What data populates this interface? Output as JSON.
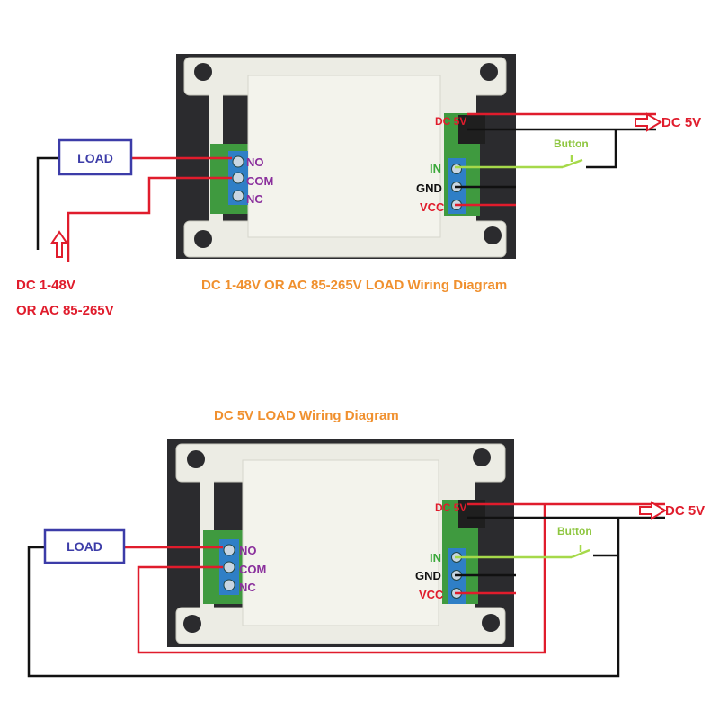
{
  "colors": {
    "red_wire": "#e01c2c",
    "black_wire": "#111111",
    "green_wire": "#a6d94a",
    "load_box": "#3c3ca8",
    "title_orange": "#f0902e",
    "in_label": "#3aa83a",
    "gnd_label": "#111111",
    "vcc_label": "#e01c2c",
    "terminal_purple": "#8a2f9c",
    "button_green": "#8ec63f",
    "terminal_blue": "#2f7fc6",
    "pcb_green": "#3f9a3f",
    "case_white": "#ecece4",
    "dark_bg": "#2b2b2e"
  },
  "diagram1": {
    "title": "DC 1-48V OR AC 85-265V LOAD Wiring Diagram",
    "load_label": "LOAD",
    "supply_line1": "DC 1-48V",
    "supply_line2": "OR AC 85-265V",
    "terminal_no": "NO",
    "terminal_com": "COM",
    "terminal_nc": "NC",
    "label_dc": "DC 5V",
    "label_in": "IN",
    "label_gnd": "GND",
    "label_vcc": "VCC",
    "button_label": "Button",
    "dc5v_label": "DC 5V"
  },
  "diagram2": {
    "title": "DC 5V LOAD Wiring Diagram",
    "load_label": "LOAD",
    "terminal_no": "NO",
    "terminal_com": "COM",
    "terminal_nc": "NC",
    "label_dc": "DC 5V",
    "label_in": "IN",
    "label_gnd": "GND",
    "label_vcc": "VCC",
    "button_label": "Button",
    "dc5v_label": "DC 5V"
  }
}
